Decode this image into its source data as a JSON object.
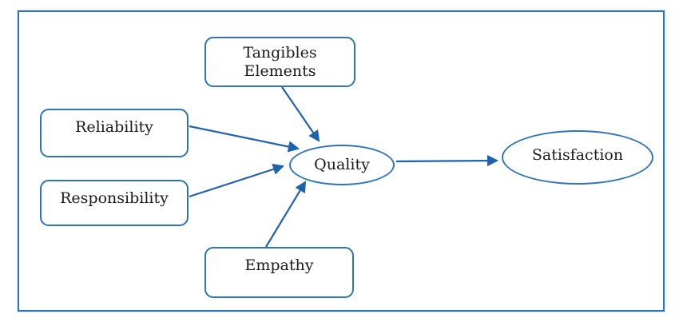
{
  "diagram": {
    "nodes": {
      "tangibles": {
        "lines": [
          "Tangibles",
          "Elements"
        ]
      },
      "reliability": {
        "label": "Reliability"
      },
      "responsibility": {
        "label": "Responsibility"
      },
      "empathy": {
        "label": "Empathy"
      },
      "quality": {
        "label": "Quality"
      },
      "satisfaction": {
        "label": "Satisfaction"
      }
    },
    "edges": [
      {
        "from": "Tangibles Elements",
        "to": "Quality"
      },
      {
        "from": "Reliability",
        "to": "Quality"
      },
      {
        "from": "Responsibility",
        "to": "Quality"
      },
      {
        "from": "Empathy",
        "to": "Quality"
      },
      {
        "from": "Quality",
        "to": "Satisfaction"
      }
    ]
  },
  "colors": {
    "node_border": "#2E75B6",
    "connector": "#1F62AE",
    "frame": "#2B77B8",
    "text": "#1A1A1A",
    "background": "#FFFFFF"
  }
}
